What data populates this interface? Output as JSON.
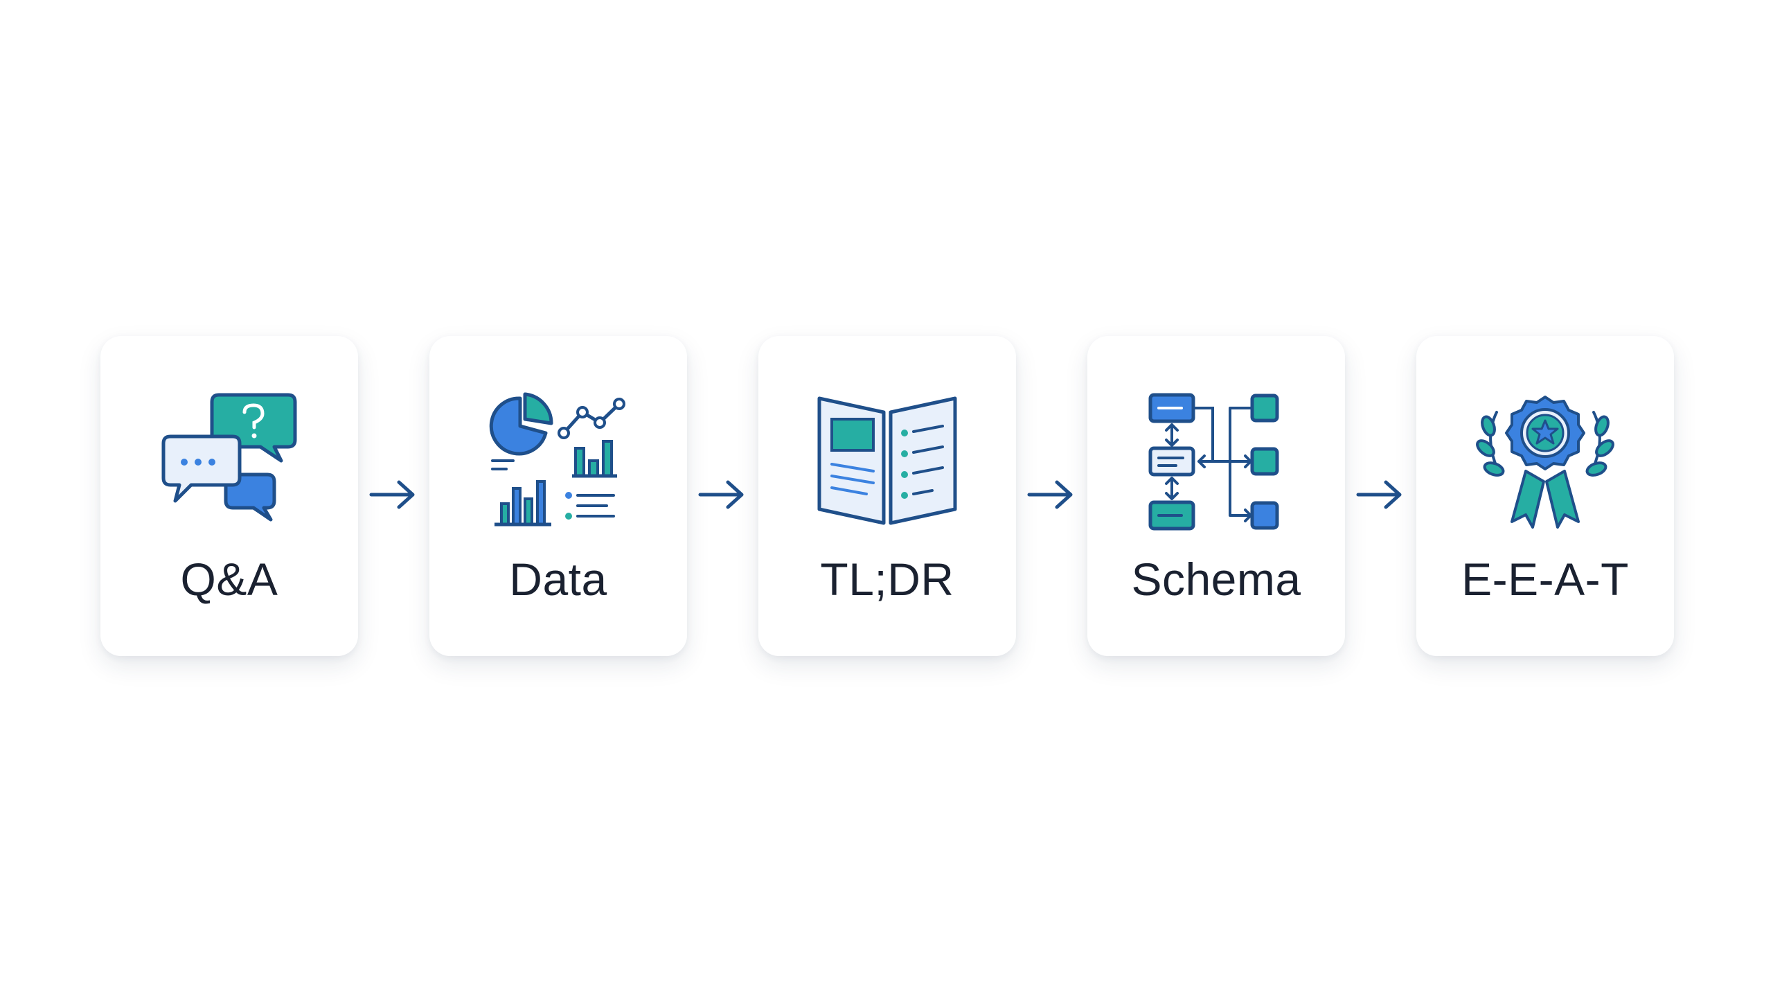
{
  "steps": [
    {
      "label": "Q&A",
      "icon": "qa-chat-bubbles-icon"
    },
    {
      "label": "Data",
      "icon": "data-charts-icon"
    },
    {
      "label": "TL;DR",
      "icon": "open-document-icon"
    },
    {
      "label": "Schema",
      "icon": "schema-hierarchy-icon"
    },
    {
      "label": "E-E-A-T",
      "icon": "award-ribbon-icon"
    }
  ],
  "arrows": [
    "arrow-right-icon",
    "arrow-right-icon",
    "arrow-right-icon",
    "arrow-right-icon"
  ],
  "colors": {
    "navy": "#1f4f8a",
    "blue": "#3b82e0",
    "teal": "#26aea3",
    "pale_blue": "#e8f0fb",
    "label_text": "#1a2130"
  }
}
